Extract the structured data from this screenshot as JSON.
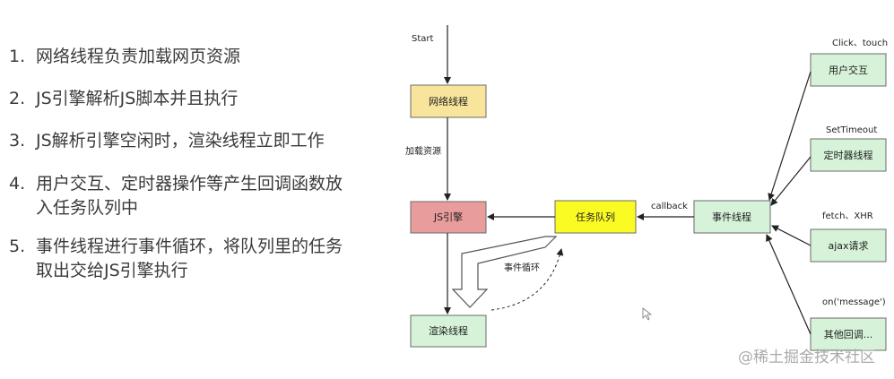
{
  "steps": [
    {
      "num": "1.",
      "text": "网络线程负责加载网页资源"
    },
    {
      "num": "2.",
      "text": "JS引擎解析JS脚本并且执行"
    },
    {
      "num": "3.",
      "text": "JS解析引擎空闲时，渲染线程立即工作"
    },
    {
      "num": "4.",
      "text": "用户交互、定时器操作等产生回调函数放入任务队列中"
    },
    {
      "num": "5.",
      "text": "事件线程进行事件循环，将队列里的任务取出交给JS引擎执行"
    }
  ],
  "diagram": {
    "start_label": "Start",
    "load_label": "加载资源",
    "loop_label": "事件循环",
    "callback_label": "callback",
    "nodes": {
      "network": "网络线程",
      "js_engine": "JS引擎",
      "render": "渲染线程",
      "task_queue": "任务队列",
      "event_thread": "事件线程",
      "user_interaction": "用户交互",
      "timer": "定时器线程",
      "ajax": "ajax请求",
      "other": "其他回调..."
    },
    "sources": {
      "click": "Click、touch",
      "timeout": "SetTimeout",
      "fetch": "fetch、XHR",
      "message": "on('message')"
    },
    "colors": {
      "network_fill": "#f8e49a",
      "js_engine_fill": "#e99c9c",
      "render_fill": "#d6f3d9",
      "task_queue_fill": "#fbfb24",
      "event_thread_fill": "#d6f3d9",
      "source_fill": "#d6f3d9",
      "stroke": "#6b6b6b"
    }
  },
  "watermark": "@稀土掘金技术社区"
}
